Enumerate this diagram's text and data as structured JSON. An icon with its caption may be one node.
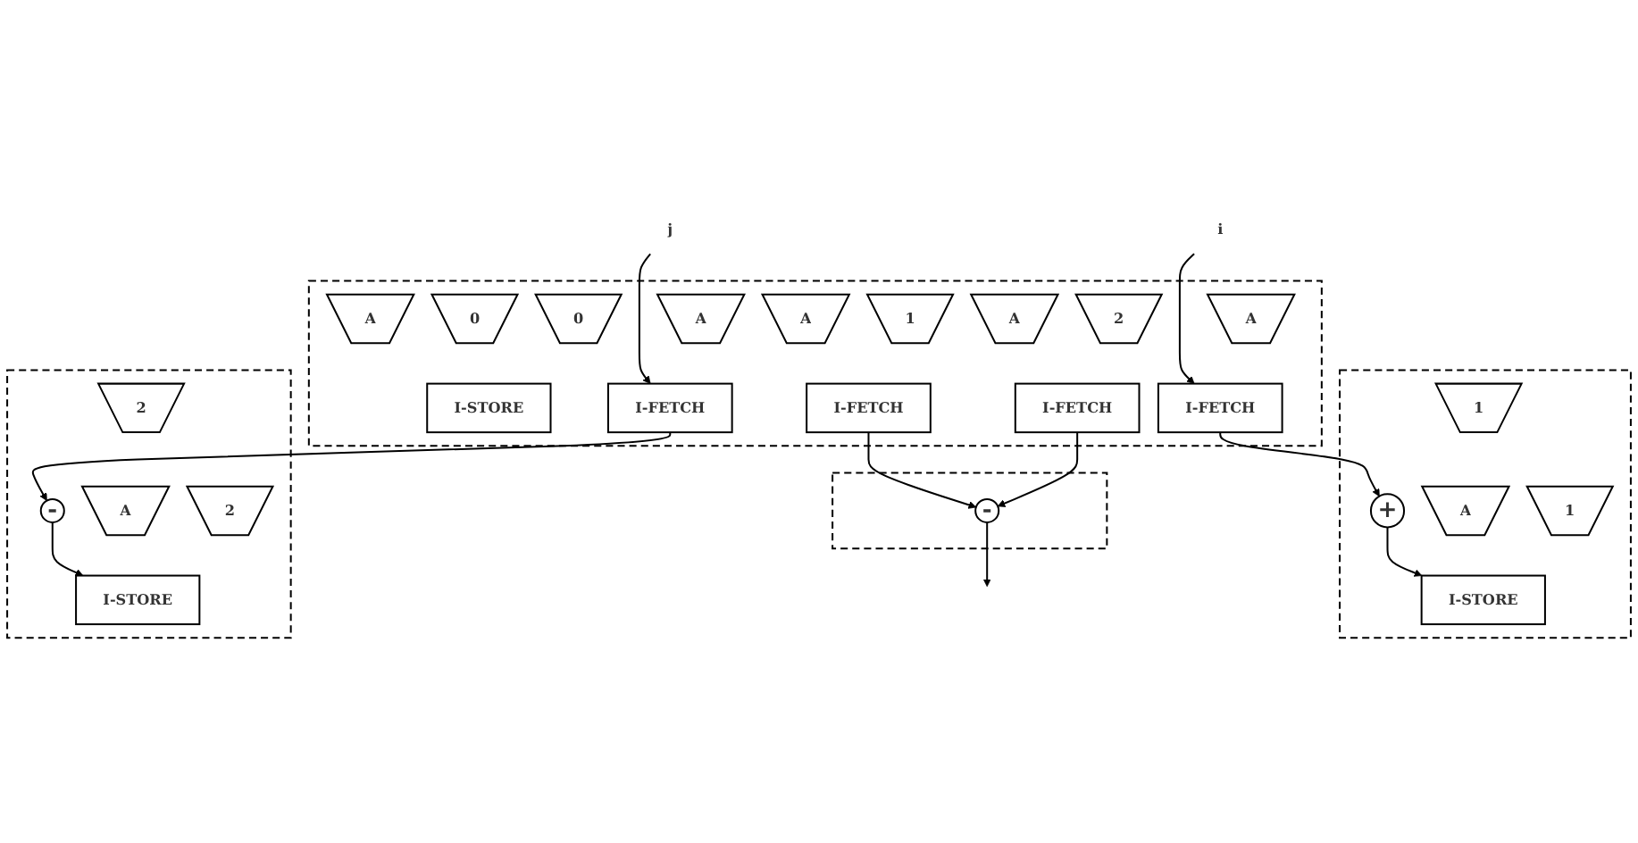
{
  "diagram": {
    "nodes": [
      {
        "text": [
          "i"
        ]
      },
      {
        "text": [
          "j"
        ]
      },
      {
        "text": [],
        "shape": "box"
      },
      {
        "text": [
          "A"
        ],
        "in": 2
      },
      {
        "text": [
          "0"
        ],
        "in": 2
      },
      {
        "text": [
          "0"
        ],
        "in": 2
      },
      {
        "text": [
          "I-STORE"
        ],
        "in": 2
      },
      {
        "text": [
          "A"
        ],
        "in": 2
      },
      {
        "text": [
          "I-FETCH"
        ],
        "in": 2
      },
      {
        "text": [
          "A"
        ],
        "in": 2
      },
      {
        "text": [
          "I-FETCH"
        ],
        "in": 2
      },
      {
        "text": [
          "A"
        ],
        "in": 2
      },
      {
        "text": [
          "1"
        ],
        "in": 2
      },
      {
        "text": [
          "I-FETCH"
        ],
        "in": 2
      },
      {
        "text": [
          "A"
        ],
        "in": 2
      },
      {
        "text": [
          "2"
        ],
        "in": 2
      },
      {
        "text": [
          "I-FETCH"
        ],
        "in": 2
      },
      {
        "text": [],
        "shape": "box"
      },
      {
        "text": [
          "1"
        ],
        "in": 17
      },
      {
        "text": [
          "+"
        ],
        "in": 17
      },
      {
        "text": [
          "A"
        ],
        "in": 17
      },
      {
        "text": [
          "1"
        ],
        "in": 17
      },
      {
        "text": [
          "I-STORE"
        ],
        "in": 17
      },
      {
        "text": [],
        "shape": "box"
      },
      {
        "text": [
          "2"
        ],
        "in": 23
      },
      {
        "text": [
          "-"
        ],
        "in": 23
      },
      {
        "text": [
          "A"
        ],
        "in": 23
      },
      {
        "text": [
          "2"
        ],
        "in": 23
      },
      {
        "text": [
          "I-STORE"
        ],
        "in": 23
      },
      {
        "text": [],
        "shape": "box"
      },
      {
        "text": [
          "-"
        ],
        "in": 29
      }
    ],
    "edges": [
      {
        "from": 0,
        "to": 8,
        "arrow": "to"
      },
      {
        "from": 1,
        "to": 10,
        "arrow": "to"
      },
      {
        "from": 8,
        "to": 19,
        "arrow": "to"
      },
      {
        "from": 19,
        "to": 22,
        "arrow": "to"
      },
      {
        "from": 10,
        "to": 25,
        "arrow": "to"
      },
      {
        "from": 25,
        "to": 28,
        "arrow": "to"
      },
      {
        "from": 13,
        "to": 30,
        "arrow": "to"
      },
      {
        "from": 16,
        "to": 30,
        "arrow": "to"
      },
      {
        "from": 30,
        "to": null,
        "arrow": "to"
      }
    ]
  }
}
